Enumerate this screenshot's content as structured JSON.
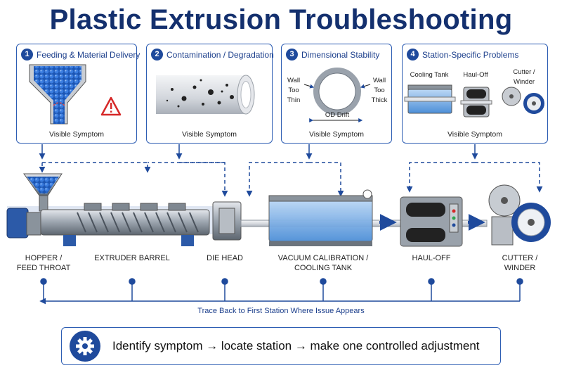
{
  "title": "Plastic Extrusion Troubleshooting",
  "panels": [
    {
      "number": "1",
      "title": "Feeding & Material Delivery",
      "footer": "Visible Symptom"
    },
    {
      "number": "2",
      "title": "Contamination / Degradation",
      "footer": "Visible Symptom"
    },
    {
      "number": "3",
      "title": "Dimensional Stability",
      "footer": "Visible Symptom",
      "labels": {
        "wall_thin": "Wall Too Thin",
        "wall_thick": "Wall Too Thick",
        "od_drift": "OD Drift"
      }
    },
    {
      "number": "4",
      "title": "Station-Specific Problems",
      "footer": "Visible Symptom",
      "sub": {
        "cooling": "Cooling Tank",
        "hauloff": "Haul-Off",
        "cutter": "Cutter / Winder"
      }
    }
  ],
  "stations": [
    {
      "line1": "HOPPER /",
      "line2": "FEED THROAT"
    },
    {
      "line1": "EXTRUDER BARREL",
      "line2": ""
    },
    {
      "line1": "DIE HEAD",
      "line2": ""
    },
    {
      "line1": "VACUUM CALIBRATION /",
      "line2": "COOLING TANK"
    },
    {
      "line1": "HAUL-OFF",
      "line2": ""
    },
    {
      "line1": "CUTTER /",
      "line2": "WINDER"
    }
  ],
  "trace_label": "Trace Back to First Station Where Issue Appears",
  "summary": "Identify symptom → locate station → make one controlled adjustment",
  "icons": [
    "warning-icon",
    "gear-icon",
    "arrow-right-icon"
  ],
  "colors": {
    "navy": "#14306e",
    "accent": "#1f4a9c",
    "water": "#6fa8e6",
    "pellet": "#2f6fd1",
    "warning": "#d62828"
  }
}
